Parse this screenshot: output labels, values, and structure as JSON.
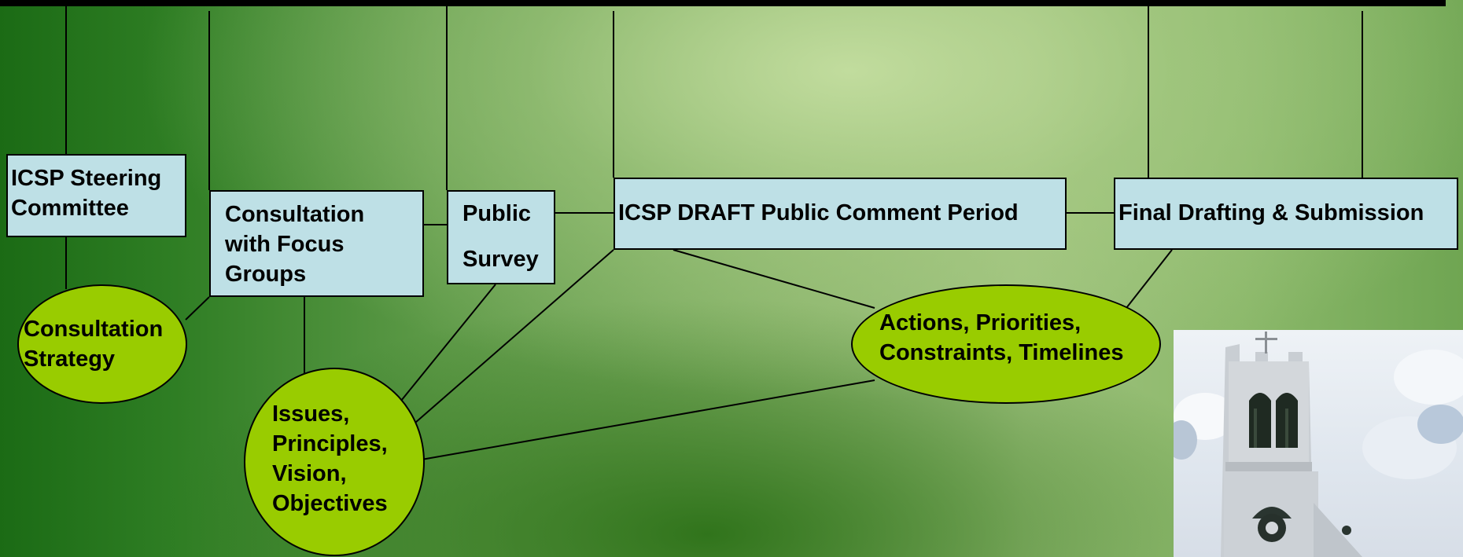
{
  "diagram": {
    "boxes": {
      "steering": "ICSP Steering\nCommittee",
      "focus_groups": "Consultation\nwith Focus\nGroups",
      "public_survey": "Public\nSurvey",
      "draft_comment": "ICSP DRAFT Public Comment Period",
      "final_drafting": "Final Drafting & Submission"
    },
    "ovals": {
      "consultation_strategy": "Consultation\nStrategy",
      "issues": "Issues,\nPrinciples,\nVision,\nObjectives",
      "actions": "Actions, Priorities,\nConstraints, Timelines"
    }
  },
  "colors": {
    "box_fill": "#bee0e6",
    "oval_fill": "#99cc00",
    "background": "#5e9a48"
  },
  "photo": {
    "subject": "church-steeple-photo"
  }
}
